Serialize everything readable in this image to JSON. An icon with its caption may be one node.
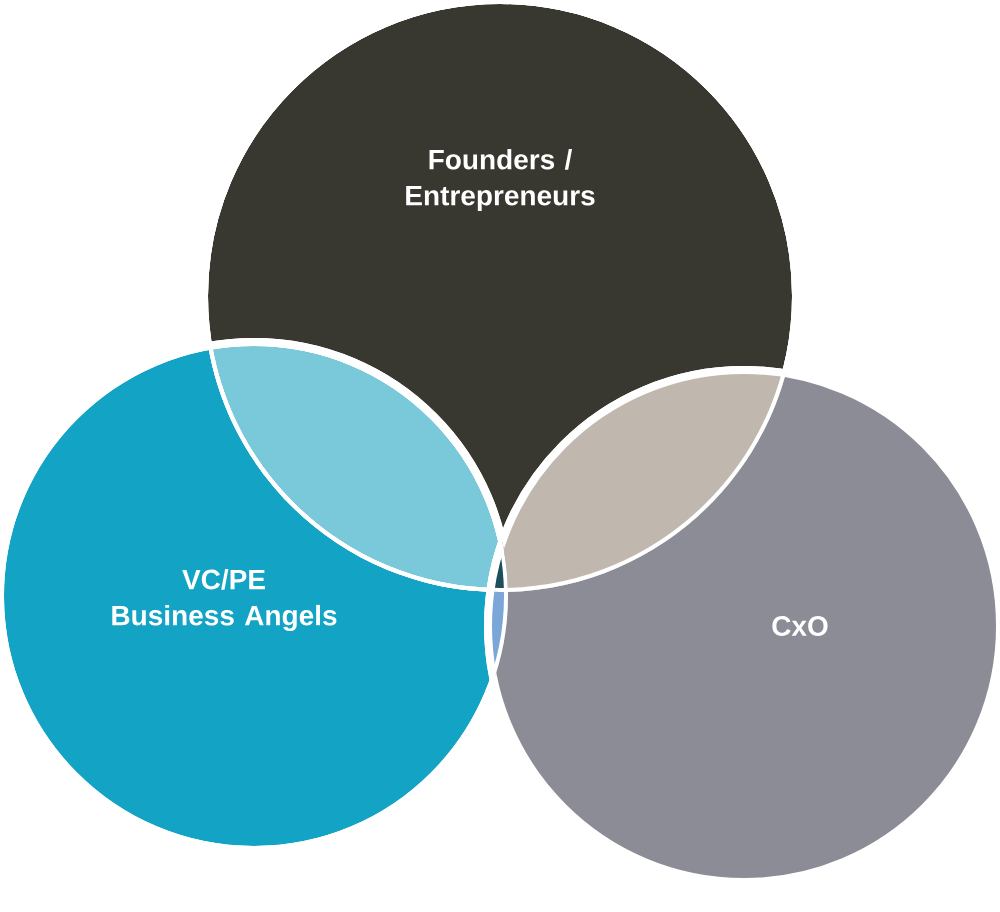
{
  "diagram": {
    "nodes": [
      {
        "text": [
          "Founders / Entrepreneurs"
        ]
      },
      {
        "text": [
          "VC/PE",
          "Business Angels"
        ]
      },
      {
        "text": [
          "CxO"
        ]
      }
    ]
  }
}
